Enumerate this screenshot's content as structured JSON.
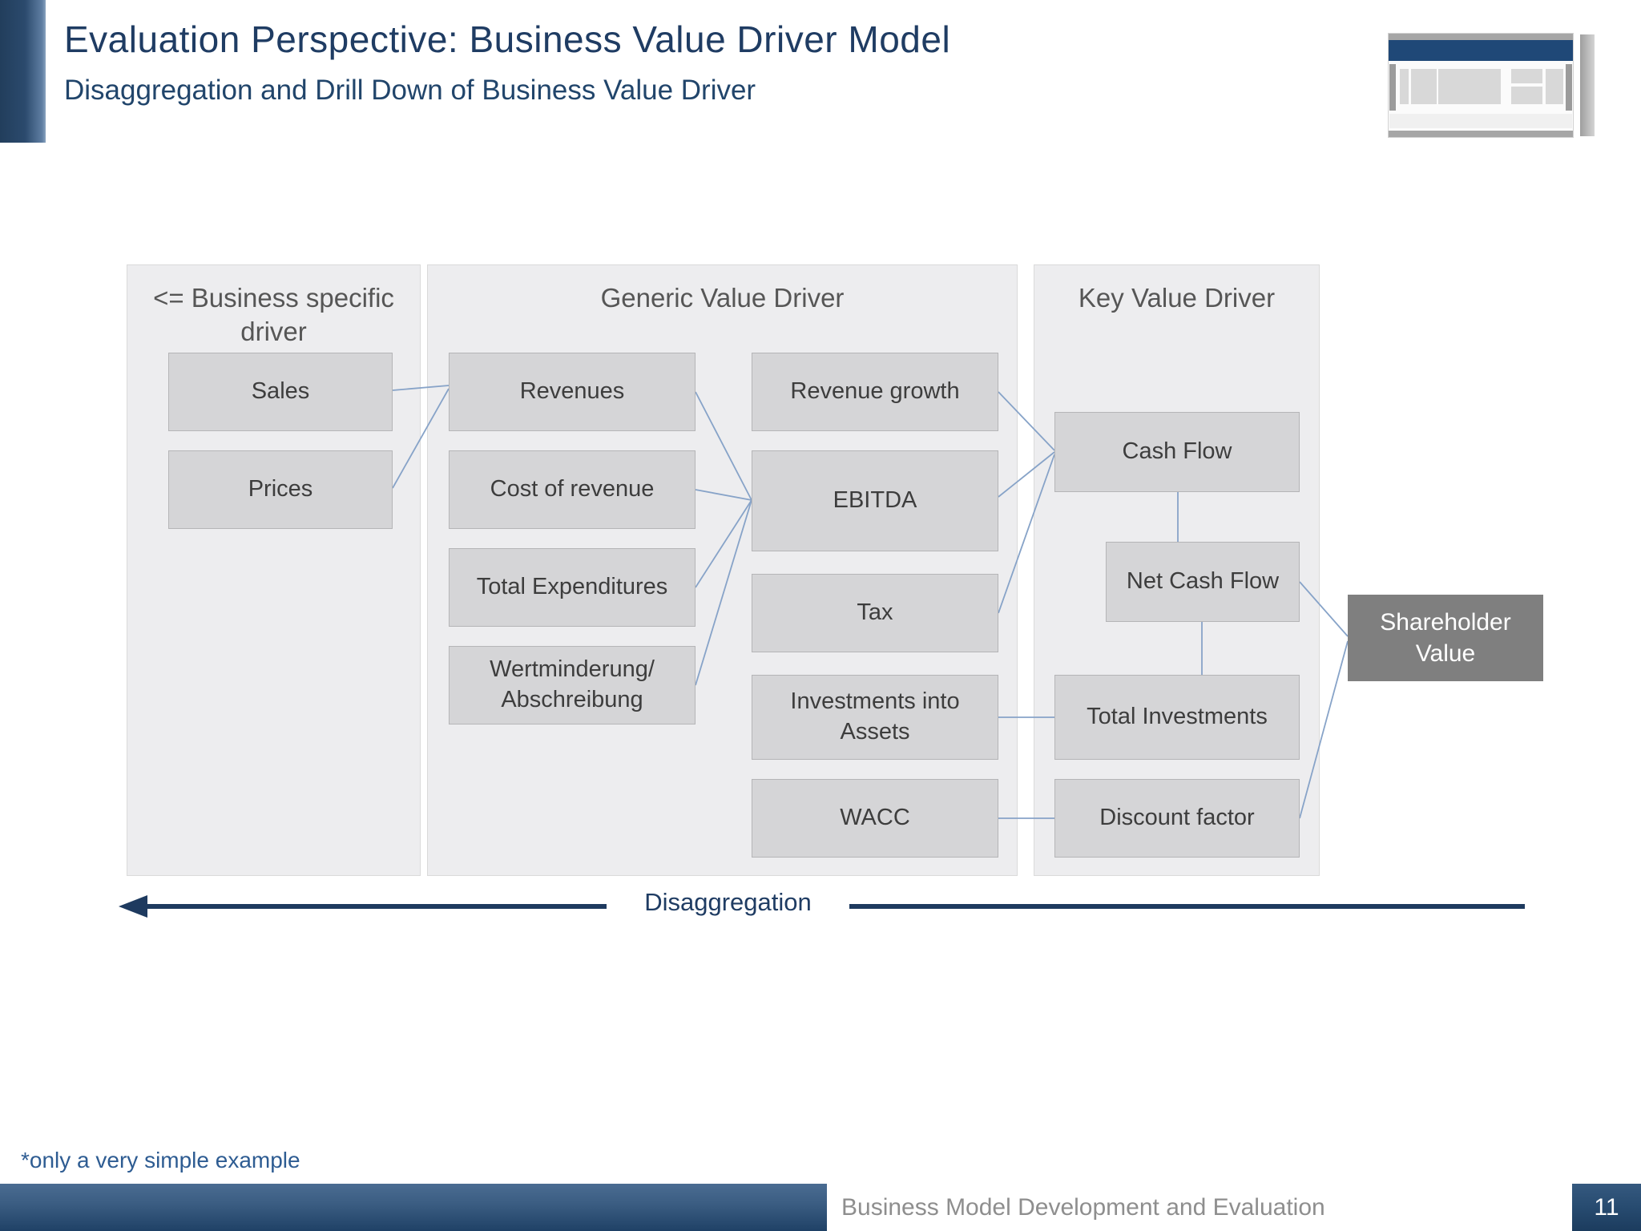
{
  "slide": {
    "title": "Evaluation Perspective: Business Value Driver Model",
    "subtitle": "Disaggregation and Drill Down of Business Value Driver",
    "footnote": "*only a very simple example",
    "footer_text": "Business Model Development and Evaluation",
    "page_number": "11",
    "arrow_label": "Disaggregation"
  },
  "panels": [
    {
      "id": "business-specific",
      "title": "<= Business specific driver"
    },
    {
      "id": "generic",
      "title": "Generic Value Driver"
    },
    {
      "id": "key",
      "title": "Key Value Driver"
    }
  ],
  "nodes": {
    "sales": "Sales",
    "prices": "Prices",
    "revenues": "Revenues",
    "cost_of_revenue": "Cost of revenue",
    "total_expenditures": "Total Expenditures",
    "wertminderung": "Wertminderung/ Abschreibung",
    "revenue_growth": "Revenue growth",
    "ebitda": "EBITDA",
    "tax": "Tax",
    "investments_into_assets": "Investments into Assets",
    "wacc": "WACC",
    "cash_flow": "Cash Flow",
    "net_cash_flow": "Net Cash Flow",
    "total_investments": "Total Investments",
    "discount_factor": "Discount factor",
    "shareholder_value": "Shareholder Value"
  },
  "edges": [
    {
      "from": "sales",
      "to": "revenues"
    },
    {
      "from": "prices",
      "to": "revenues"
    },
    {
      "from": "revenues",
      "to": "ebitda"
    },
    {
      "from": "cost_of_revenue",
      "to": "ebitda"
    },
    {
      "from": "total_expenditures",
      "to": "ebitda"
    },
    {
      "from": "wertminderung",
      "to": "ebitda"
    },
    {
      "from": "revenue_growth",
      "to": "cash_flow"
    },
    {
      "from": "ebitda",
      "to": "cash_flow"
    },
    {
      "from": "tax",
      "to": "cash_flow"
    },
    {
      "from": "cash_flow",
      "to": "net_cash_flow"
    },
    {
      "from": "net_cash_flow",
      "to": "total_investments"
    },
    {
      "from": "investments_into_assets",
      "to": "total_investments"
    },
    {
      "from": "wacc",
      "to": "discount_factor"
    },
    {
      "from": "net_cash_flow",
      "to": "shareholder_value"
    },
    {
      "from": "discount_factor",
      "to": "shareholder_value"
    }
  ],
  "colors": {
    "title_navy": "#1f3c63",
    "accent_bar": "#2b4a6d",
    "panel_bg": "#ededef",
    "node_bg": "#d5d5d7",
    "node_dark_bg": "#7f7f7f",
    "connector_blue": "#87a3c8",
    "arrow_navy": "#1e3a5f",
    "footnote_blue": "#2e5c92",
    "footer_bar_blue": "#2c4e73",
    "footer_text_gray": "#8e8e8e",
    "thumbnail_blue": "#1f4877"
  }
}
